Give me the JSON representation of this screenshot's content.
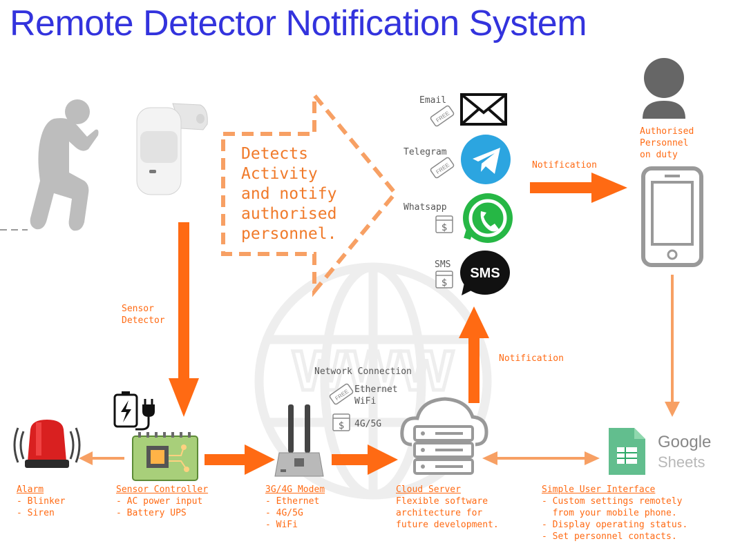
{
  "title": "Remote Detector Notification System",
  "detect_text": [
    "Detects",
    "Activity",
    "and notify",
    "authorised",
    "personnel."
  ],
  "channels": {
    "email": "Email",
    "telegram": "Telegram",
    "whatsapp": "Whatsapp",
    "sms": "SMS",
    "sms_icon_text": "SMS",
    "free_tag": "FREE",
    "paid_tag": "$"
  },
  "personnel": [
    "Authorised",
    "Personnel",
    "on duty"
  ],
  "notification_top": "Notification",
  "notification_mid": "Notification",
  "sensor_detector": [
    "Sensor",
    "Detector"
  ],
  "network": {
    "heading": "Network Connection",
    "free_options": [
      "Ethernet",
      "WiFi"
    ],
    "paid_option": "4G/5G",
    "globe_text": "WWW"
  },
  "google_sheets": [
    "Google",
    "Sheets"
  ],
  "components": {
    "alarm": {
      "title": "Alarm",
      "lines": [
        "- Blinker",
        "- Siren"
      ]
    },
    "controller": {
      "title": "Sensor Controller",
      "lines": [
        "- AC power input",
        "- Battery UPS"
      ]
    },
    "modem": {
      "title": "3G/4G Modem",
      "lines": [
        "- Ethernet",
        "- 4G/5G",
        "- WiFi"
      ]
    },
    "cloud": {
      "title": "Cloud Server",
      "lines": [
        "Flexible software",
        "architecture for",
        "future development."
      ]
    },
    "ui": {
      "title": "Simple User Interface",
      "lines": [
        "- Custom settings remotely",
        "  from your mobile phone.",
        "- Display operating status.",
        "- Set personnel contacts."
      ]
    }
  },
  "colors": {
    "title": "#3333dd",
    "arrow": "#ff6a13",
    "label_orange": "#ff6a13",
    "icon_gray": "#555555"
  }
}
